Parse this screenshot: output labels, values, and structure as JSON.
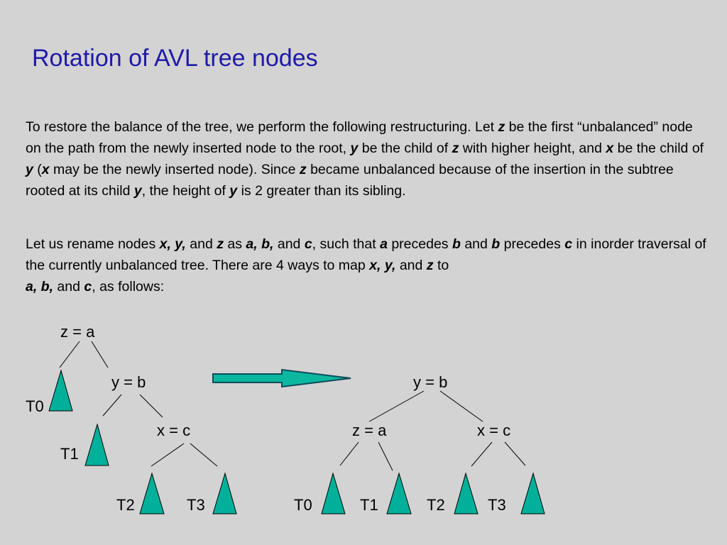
{
  "title": "Rotation of AVL tree nodes",
  "paragraphs": [
    [
      {
        "t": "To restore the balance of the tree, we perform the following restructuring.  Let "
      },
      {
        "t": "z",
        "e": true
      },
      {
        "t": " be  the  first “unbalanced” node on the path from the newly inserted node to the root, "
      },
      {
        "t": "y",
        "e": true
      },
      {
        "t": " be the child of "
      },
      {
        "t": "z",
        "e": true
      },
      {
        "t": " with higher height, and "
      },
      {
        "t": "x",
        "e": true
      },
      {
        "t": " be the child of "
      },
      {
        "t": "y",
        "e": true
      },
      {
        "t": " ("
      },
      {
        "t": "x",
        "e": true
      },
      {
        "t": " may be the newly inserted node). Since "
      },
      {
        "t": "z",
        "e": true
      },
      {
        "t": " became unbalanced because of the insertion in the subtree rooted at its child "
      },
      {
        "t": "y",
        "e": true
      },
      {
        "t": ", the height of "
      },
      {
        "t": "y",
        "e": true
      },
      {
        "t": " is 2 greater than its sibling."
      }
    ],
    [
      {
        "t": "Let us rename nodes "
      },
      {
        "t": "x, y,",
        "e": true
      },
      {
        "t": " and "
      },
      {
        "t": "z",
        "e": true
      },
      {
        "t": " as "
      },
      {
        "t": "a, b,",
        "e": true
      },
      {
        "t": " and "
      },
      {
        "t": "c",
        "e": true
      },
      {
        "t": ", such that "
      },
      {
        "t": "a",
        "e": true
      },
      {
        "t": " precedes "
      },
      {
        "t": "b",
        "e": true
      },
      {
        "t": " and "
      },
      {
        "t": "b",
        "e": true
      },
      {
        "t": " precedes "
      },
      {
        "t": "c",
        "e": true
      },
      {
        "t": " in inorder traversal of the currently unbalanced tree. There are 4 ways to map "
      },
      {
        "t": "x, y,",
        "e": true
      },
      {
        "t": " and "
      },
      {
        "t": "z",
        "e": true
      },
      {
        "t": " to "
      },
      {
        "br": true
      },
      {
        "t": "a, b,",
        "e": true
      },
      {
        "t": " and "
      },
      {
        "t": "c",
        "e": true
      },
      {
        "t": ", as follows:"
      }
    ]
  ],
  "diagram": {
    "before": {
      "nodes": {
        "z": "z = a",
        "y": "y = b",
        "x": "x = c"
      },
      "subtrees": {
        "T0": "T0",
        "T1": "T1",
        "T2": "T2",
        "T3": "T3"
      }
    },
    "after": {
      "nodes": {
        "y": "y = b",
        "z": "z = a",
        "x": "x = c"
      },
      "subtrees": {
        "T0": "T0",
        "T1": "T1",
        "T2": "T2",
        "T3": "T3"
      }
    },
    "colors": {
      "title": "#1f1aa8",
      "subtree_fill": "#00b09a",
      "arrow_fill": "#0cb7a0",
      "background": "#d3d3d3"
    }
  }
}
